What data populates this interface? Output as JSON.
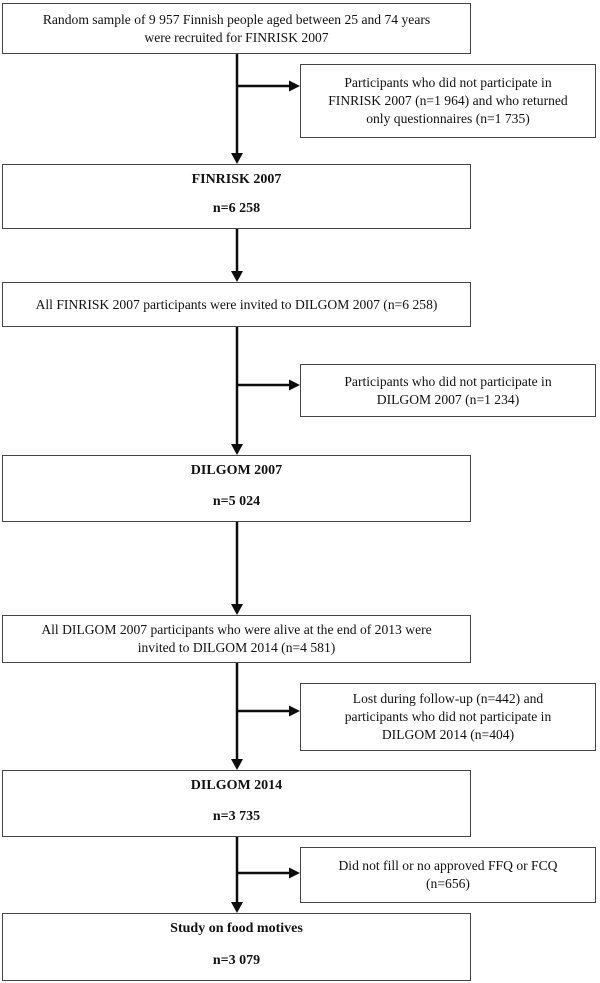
{
  "colors": {
    "background": "#ffffff",
    "text": "#111111",
    "box_border": "#454545",
    "arrow": "#0d0d0d"
  },
  "flow": {
    "main_boxes": [
      {
        "id": "recruitment",
        "lines": [
          "Random sample of 9 957 Finnish people aged between 25 and 74 years",
          "were recruited for FINRISK 2007"
        ]
      },
      {
        "id": "finrisk-2007",
        "lines": [
          "FINRISK 2007",
          "n=6 258"
        ]
      },
      {
        "id": "invited-dilgom-2007",
        "lines": [
          "All FINRISK 2007 participants were invited to DILGOM 2007 (n=6 258)"
        ]
      },
      {
        "id": "dilgom-2007",
        "lines": [
          "DILGOM 2007",
          "n=5 024"
        ]
      },
      {
        "id": "invited-dilgom-2014",
        "lines": [
          "All DILGOM 2007 participants who were alive at the end of 2013 were",
          "invited to DILGOM 2014 (n=4 581)"
        ]
      },
      {
        "id": "dilgom-2014",
        "lines": [
          "DILGOM 2014",
          "n=3 735"
        ]
      },
      {
        "id": "study-on-food-motives",
        "lines": [
          "Study on food motives",
          "n=3 079"
        ]
      }
    ],
    "exclusion_boxes": [
      {
        "id": "excluded-finrisk-2007",
        "lines": [
          "Participants who did not participate in",
          "FINRISK 2007 (n=1 964) and who returned",
          "only questionnaires (n=1 735)"
        ]
      },
      {
        "id": "excluded-dilgom-2007",
        "lines": [
          "Participants who did not participate in",
          "DILGOM 2007 (n=1 234)"
        ]
      },
      {
        "id": "excluded-dilgom-2014",
        "lines": [
          "Lost during follow-up (n=442) and",
          "participants who did not participate in",
          "DILGOM 2014 (n=404)"
        ]
      },
      {
        "id": "excluded-ffq-fcq",
        "lines": [
          "Did not fill or no approved FFQ or FCQ",
          "(n=656)"
        ]
      }
    ]
  }
}
